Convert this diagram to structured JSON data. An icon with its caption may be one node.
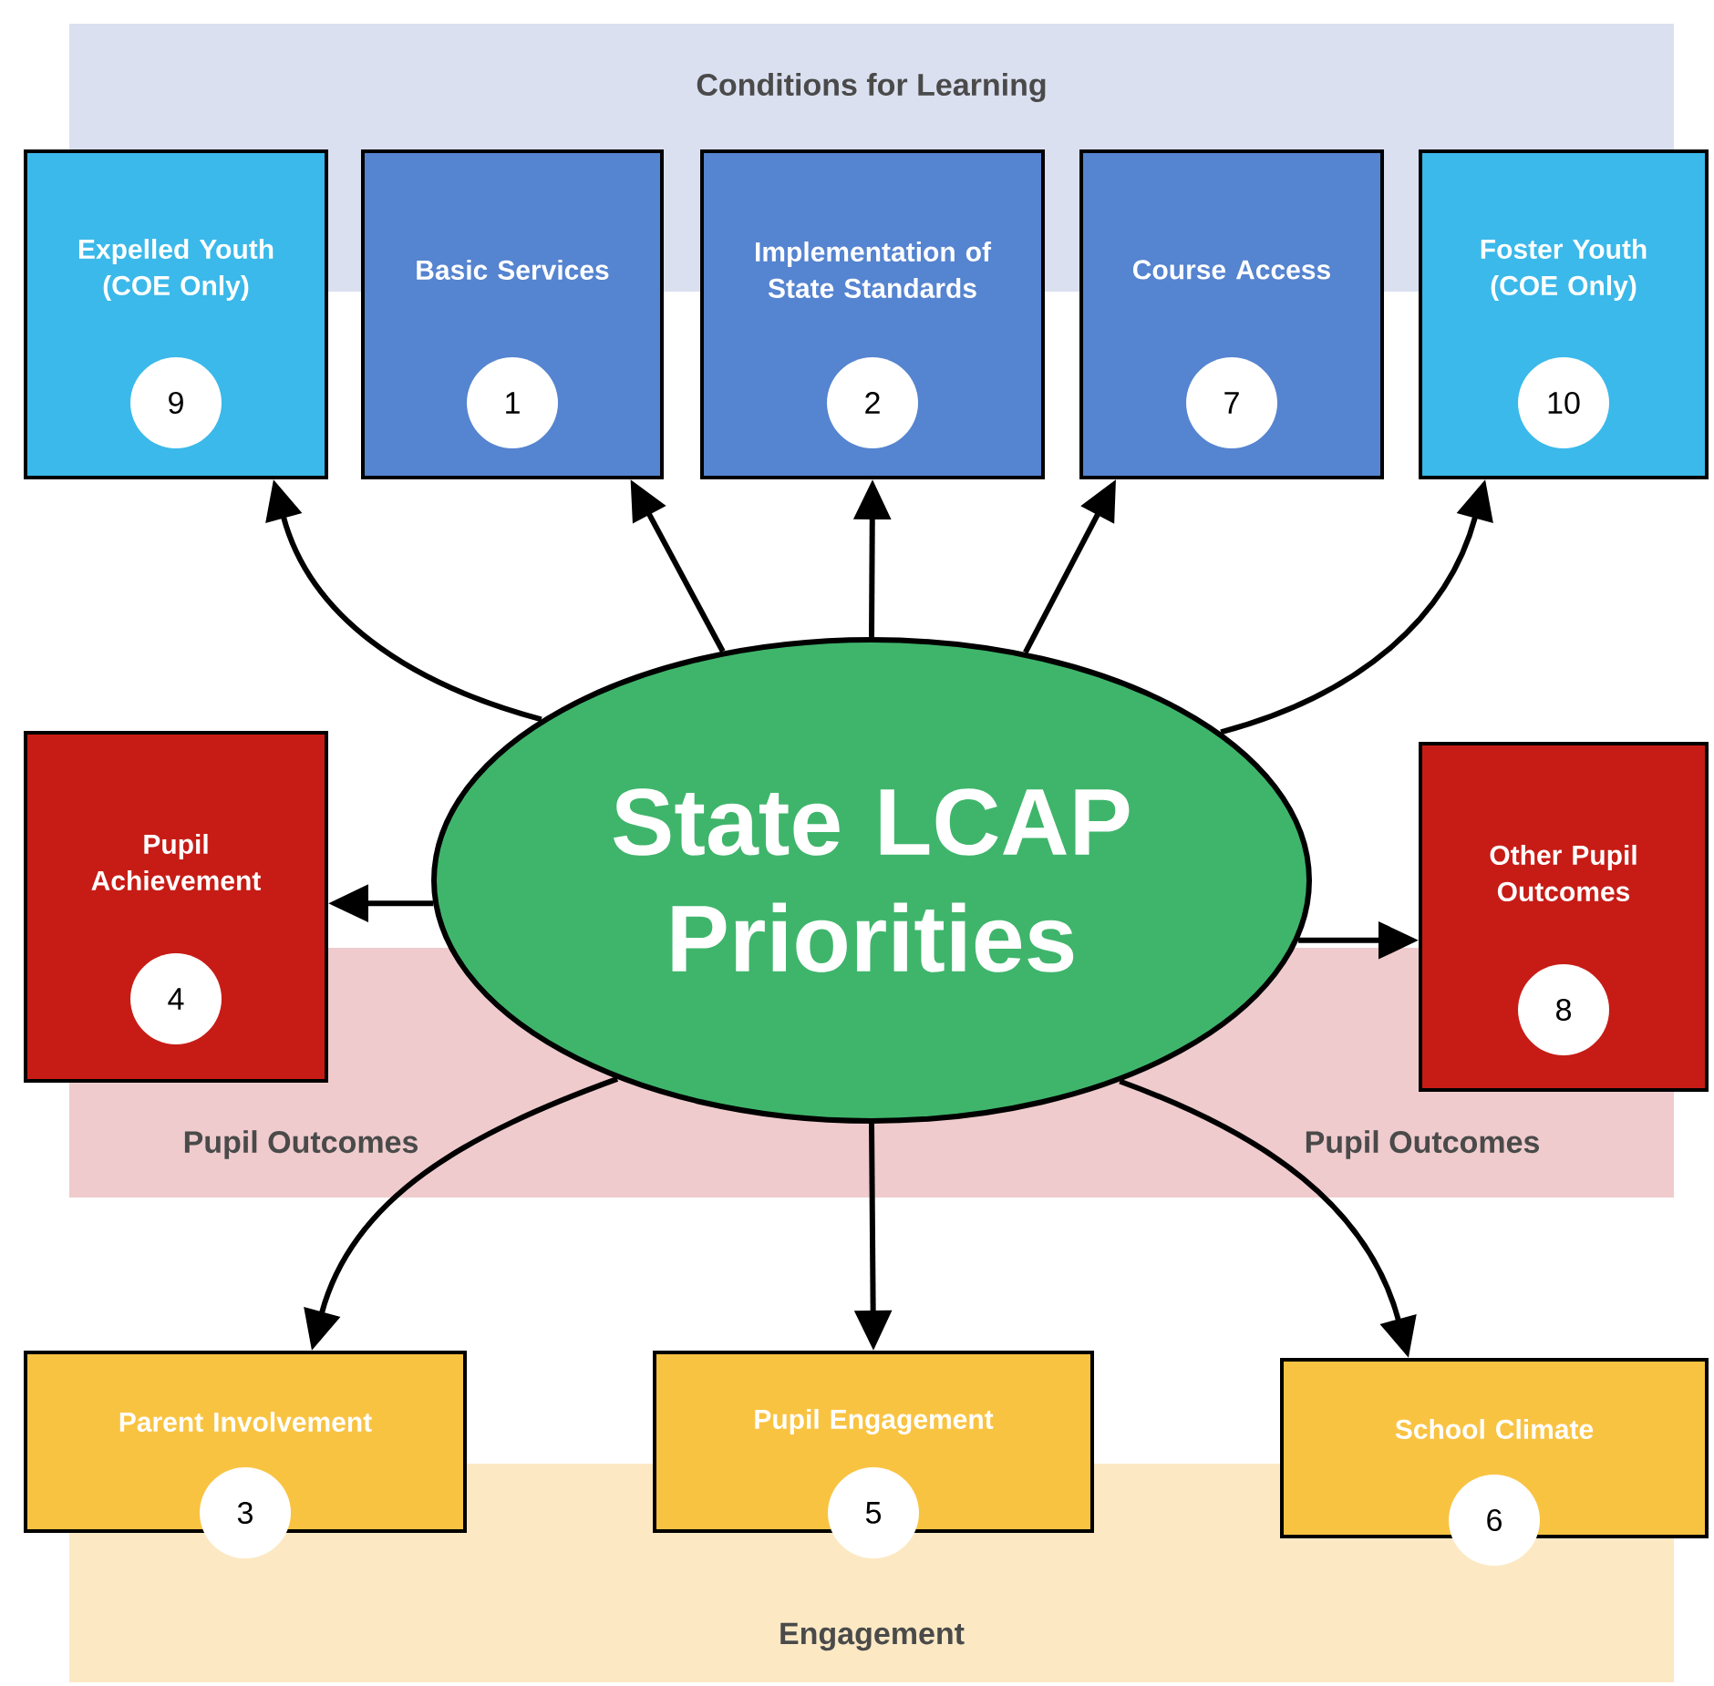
{
  "diagram": {
    "nodes": [
      {
        "text": [
          "Expelled Youth (COE Only)",
          "9"
        ]
      },
      {
        "text": [
          "Basic Services",
          "1"
        ]
      },
      {
        "text": [
          "Implementation of State Standards",
          "2"
        ]
      },
      {
        "text": [
          "Course Access",
          "7"
        ]
      },
      {
        "text": [
          "Foster Youth (COE Only)",
          "10"
        ]
      },
      {
        "text": [
          "Pupil Achievement",
          "4"
        ]
      },
      {
        "text": [
          "State LCAP Priorities"
        ]
      },
      {
        "text": [
          "Other Pupil Outcomes",
          "8"
        ]
      },
      {
        "text": [
          "Parent Involvement",
          "3"
        ]
      },
      {
        "text": [
          "Pupil Engagement",
          "5"
        ]
      },
      {
        "text": [
          "School Climate",
          "6"
        ]
      }
    ],
    "edges": [
      {
        "from": 6,
        "to": 0,
        "arrow": "to"
      },
      {
        "from": 6,
        "to": 1,
        "arrow": "to"
      },
      {
        "from": 6,
        "to": 2,
        "arrow": "to"
      },
      {
        "from": 6,
        "to": 3,
        "arrow": "to"
      },
      {
        "from": 6,
        "to": 4,
        "arrow": "to"
      },
      {
        "from": 6,
        "to": 5,
        "arrow": "to"
      },
      {
        "from": 6,
        "to": 7,
        "arrow": "to"
      },
      {
        "from": 6,
        "to": 8,
        "arrow": "to"
      },
      {
        "from": 6,
        "to": 9,
        "arrow": "to"
      },
      {
        "from": 6,
        "to": 10,
        "arrow": "to"
      }
    ],
    "labels": [
      "Conditions for Learning",
      "Pupil Outcomes",
      "Pupil Outcomes",
      "Engagement"
    ]
  }
}
